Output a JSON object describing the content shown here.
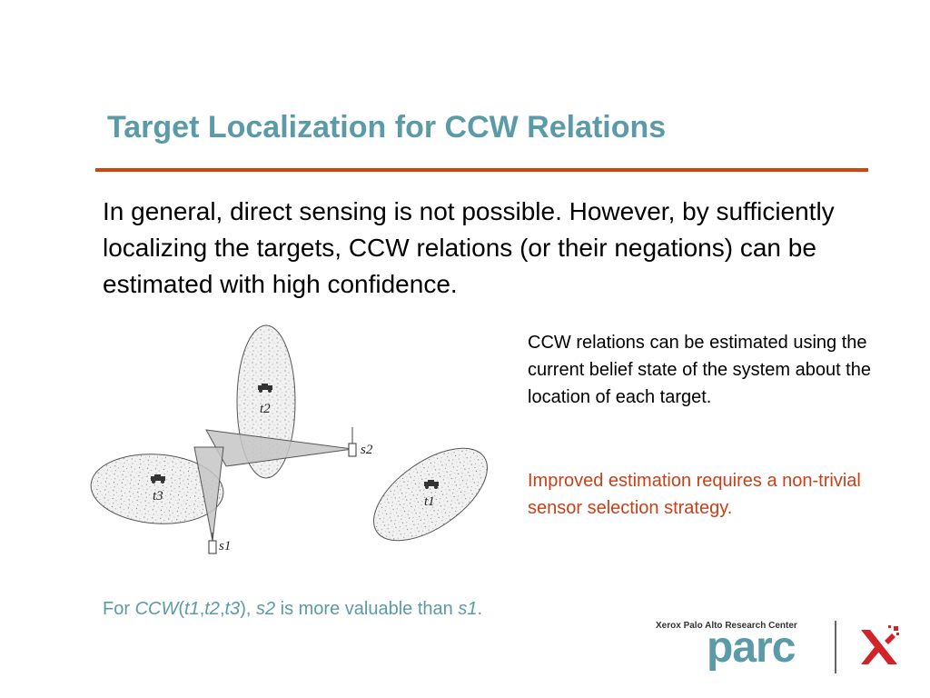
{
  "slide": {
    "title": "Target Localization for CCW Relations",
    "intro": "In general, direct sensing is not possible. However, by sufficiently localizing the targets, CCW relations (or their negations) can be estimated with high confidence.",
    "side_text": "CCW relations can be estimated using the current belief state of the system about the location of each target.",
    "side_accent": "Improved estimation requires a non-trivial sensor selection strategy.",
    "footnote": {
      "part1": "For ",
      "ccw": "CCW",
      "open_paren": "(",
      "t1": "t1",
      "comma1": ",",
      "t2": "t2",
      "comma2": ",",
      "t3": "t3",
      "close_paren": "), ",
      "s2": "s2",
      "middle": " is more valuable than ",
      "s1": "s1",
      "end": "."
    },
    "accent_color": "#5b9aa7",
    "rule_color": "#d2440a",
    "highlight_color": "#c8401a"
  },
  "diagram": {
    "targets": [
      {
        "label": "t2"
      },
      {
        "label": "t3"
      },
      {
        "label": "t1"
      }
    ],
    "sensors": [
      {
        "label": "s2"
      },
      {
        "label": "s1"
      }
    ],
    "icons": [
      "target-car-icon",
      "sensor-icon"
    ]
  },
  "logo": {
    "caption": "Xerox Palo Alto Research Center",
    "wordmark": "parc"
  }
}
